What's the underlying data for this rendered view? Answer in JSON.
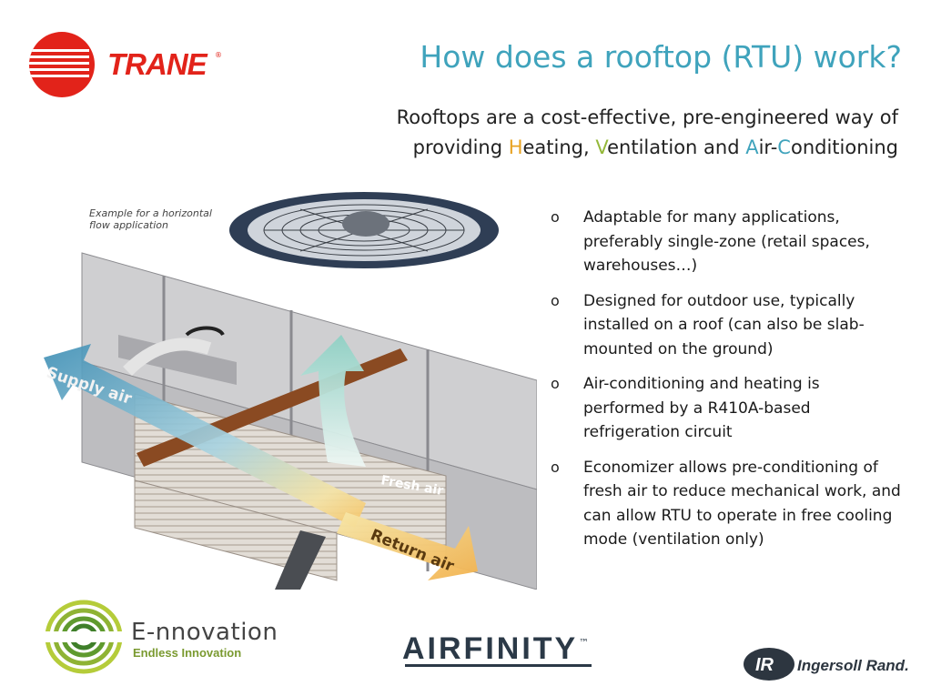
{
  "logo": {
    "brand": "TRANE",
    "registered": "®"
  },
  "title": "How does a rooftop (RTU) work?",
  "subtitle": {
    "line1": "Rooftops are a cost-effective, pre-engineered way of",
    "line2_parts": [
      "providing ",
      "H",
      "eating, ",
      "V",
      "entilation and ",
      "A",
      "ir-",
      "C",
      "onditioning"
    ]
  },
  "illustration": {
    "note": "Example for a horizontal flow application",
    "arrows": {
      "supply": "Supply air",
      "fresh": "Fresh air",
      "return": "Return air"
    }
  },
  "bullets": [
    {
      "marker": "o",
      "text": "Adaptable for many applications, preferably single-zone (retail spaces, warehouses…)"
    },
    {
      "marker": "o",
      "text": "Designed for outdoor use, typically installed on a roof (can also be slab-mounted on the ground)"
    },
    {
      "marker": "o",
      "text": "Air-conditioning and heating is performed by a R410A-based refrigeration circuit"
    },
    {
      "marker": "o",
      "text": "Economizer allows pre-conditioning of fresh air to reduce mechanical work, and can allow RTU to operate in free cooling mode (ventilation only)"
    }
  ],
  "footer": {
    "ennovation": {
      "word": "E-nnovation",
      "tagline": "Endless Innovation"
    },
    "airfinity": {
      "word": "AIRFINITY",
      "tm": "™"
    },
    "ingersoll": {
      "mark": "IR",
      "word": "Ingersoll Rand."
    }
  },
  "colors": {
    "trane_red": "#e2231a",
    "title_blue": "#3fa3bc",
    "highlight_orange": "#e8a323",
    "highlight_green": "#94b83a",
    "damper_brown": "#8a4a22"
  }
}
